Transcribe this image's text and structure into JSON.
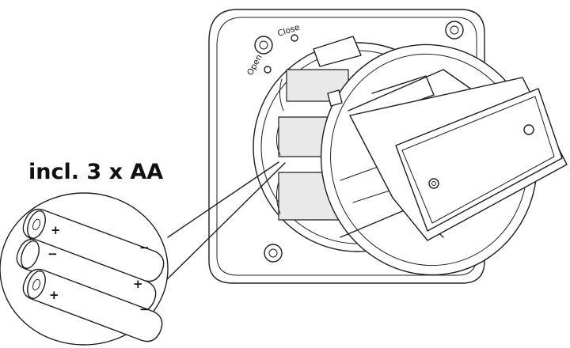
{
  "caption": {
    "text": "incl. 3 x AA"
  },
  "device": {
    "labels": {
      "close": "Close",
      "open": "Open"
    }
  },
  "batteries": {
    "items": [
      {
        "left_mark": "+",
        "right_mark": "−"
      },
      {
        "left_mark": "−",
        "right_mark": "+"
      },
      {
        "left_mark": "+",
        "right_mark": "−"
      }
    ]
  },
  "colors": {
    "line": "#1e1e1e",
    "background": "#ffffff",
    "shade": "#e9e9e9"
  }
}
